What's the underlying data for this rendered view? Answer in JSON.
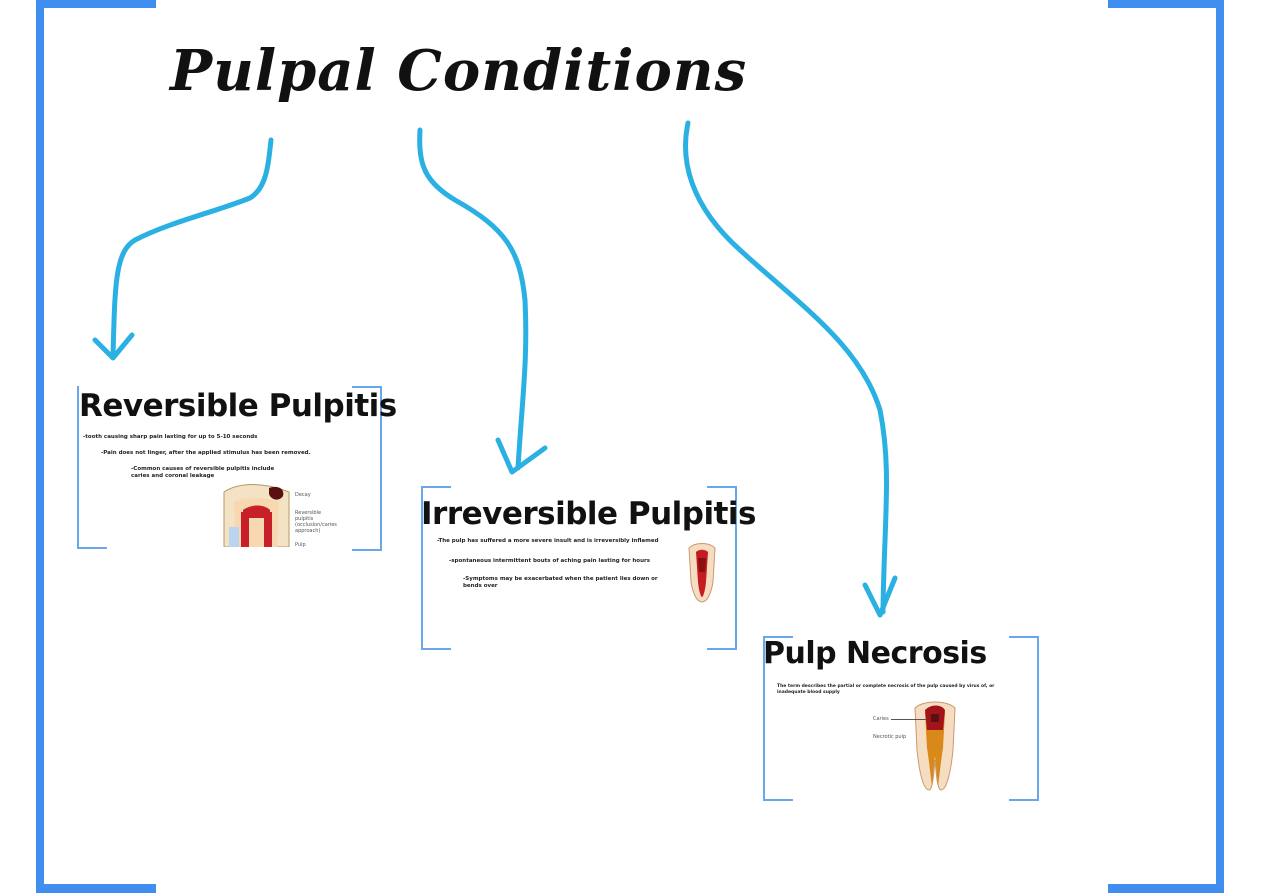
{
  "title": "Pulpal Conditions",
  "colors": {
    "frame": "#3f8ef0",
    "arrow": "#2ab0e3",
    "bracket": "#6aa6ec"
  },
  "cards": {
    "reversible": {
      "title": "Reversible Pulpitis",
      "bullets": [
        "-tooth causing sharp pain lasting for up to 5-10 seconds",
        "-Pain does not linger, after the applied stimulus has been removed.",
        "-Common causes of reversible pulpitis include caries and coronal leakage"
      ],
      "image_labels": [
        "Decay",
        "Reversible",
        "pulpitis",
        "(occlusion/caries",
        "approach)",
        "Pulp"
      ]
    },
    "irreversible": {
      "title": "Irreversible Pulpitis",
      "bullets": [
        "-The pulp has suffered a more severe insult and is irreversibly inflamed",
        "-spontaneous intermittent bouts of aching pain lasting for hours",
        "-Symptoms may be exacerbated when the patient lies down or bends over"
      ]
    },
    "necrosis": {
      "title": "Pulp Necrosis",
      "bullets": [
        "The term describes the partial or complete necrosis of the pulp caused by virus of, or inadequate blood supply"
      ],
      "image_labels": [
        "Caries",
        "Necrotic pulp"
      ]
    }
  }
}
